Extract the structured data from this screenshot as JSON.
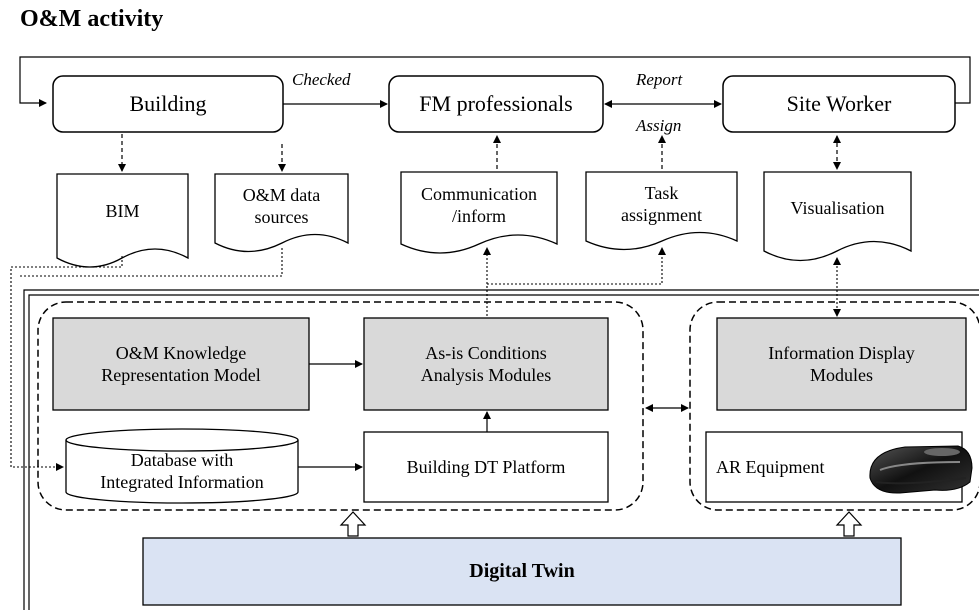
{
  "title": "O&M activity",
  "actors": {
    "building": "Building",
    "fm": "FM professionals",
    "site_worker": "Site Worker"
  },
  "flow_labels": {
    "checked": "Checked",
    "report": "Report",
    "assign": "Assign"
  },
  "documents": {
    "bim": "BIM",
    "om_data": "O&M data\nsources",
    "communication": "Communication\n/inform",
    "task": "Task\nassignment",
    "visualisation": "Visualisation"
  },
  "modules": {
    "knowledge": "O&M Knowledge\nRepresentation Model",
    "asis": "As-is Conditions\nAnalysis Modules",
    "info_display": "Information Display\nModules",
    "database": "Database with\nIntegrated Information",
    "dt_platform": "Building DT Platform",
    "ar": "AR Equipment"
  },
  "digital_twin": "Digital Twin",
  "colors": {
    "module_fill": "#d9d9d9",
    "digital_twin_fill": "#dae3f3",
    "line": "#000000"
  },
  "icons": {
    "ar_headset": "ar-headset-icon"
  }
}
